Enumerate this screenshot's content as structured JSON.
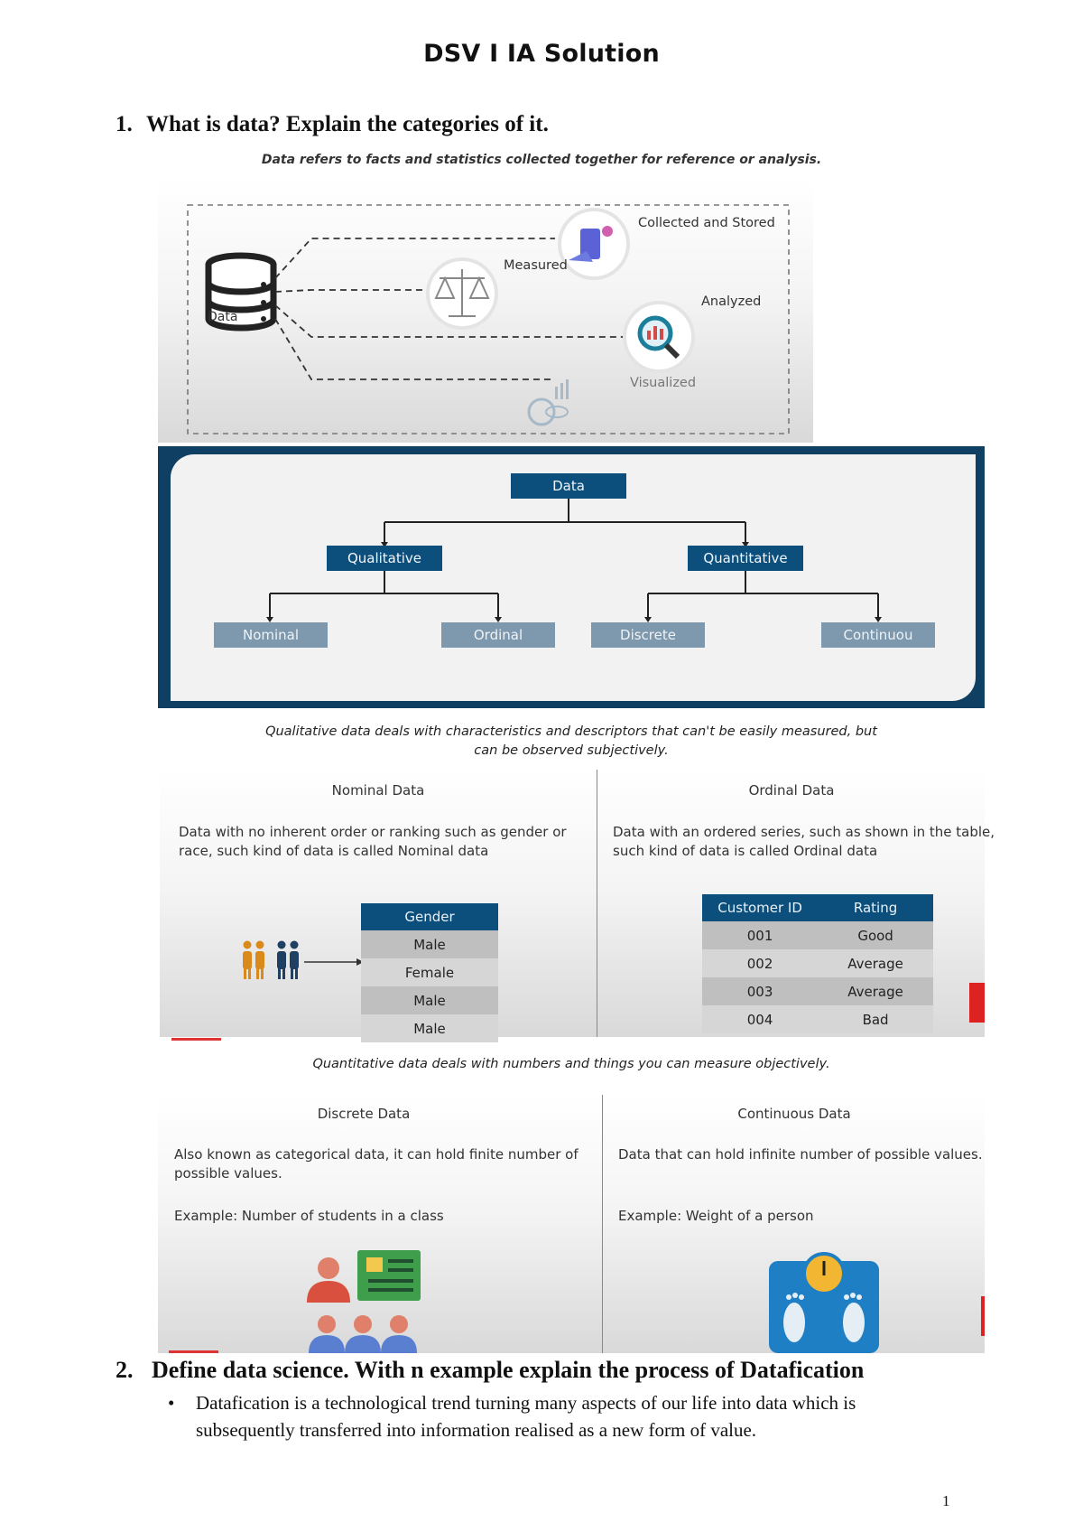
{
  "doc_title": "DSV I IA Solution",
  "q1": {
    "number": "1.",
    "text": "What is data? Explain the categories of it."
  },
  "definition": "Data refers to facts and statistics collected together for reference or analysis.",
  "data_diagram": {
    "center": "Data",
    "items": [
      "Collected and Stored",
      "Measured",
      "Analyzed",
      "Visualized"
    ]
  },
  "tree": {
    "root": "Data",
    "level1": [
      "Qualitative",
      "Quantitative"
    ],
    "level2": [
      "Nominal",
      "Ordinal",
      "Discrete",
      "Continuou"
    ]
  },
  "qualitative_caption": [
    "Qualitative data deals with characteristics and descriptors that can't be easily measured, but",
    "can be observed subjectively."
  ],
  "nominal": {
    "heading": "Nominal Data",
    "text": [
      "Data with no inherent order or ranking such as gender or",
      "race, such kind of data is called Nominal data"
    ],
    "table_header": "Gender",
    "rows": [
      "Male",
      "Female",
      "Male",
      "Male"
    ]
  },
  "ordinal": {
    "heading": "Ordinal Data",
    "text": [
      "Data with an ordered series, such as shown in the table,",
      "such kind of data is called Ordinal data"
    ],
    "headers": [
      "Customer ID",
      "Rating"
    ],
    "rows": [
      [
        "001",
        "Good"
      ],
      [
        "002",
        "Average"
      ],
      [
        "003",
        "Average"
      ],
      [
        "004",
        "Bad"
      ]
    ]
  },
  "quantitative_caption": "Quantitative data deals with numbers and things you can measure objectively.",
  "discrete": {
    "heading": "Discrete Data",
    "text": [
      "Also known as categorical data, it can hold finite number of",
      "possible values."
    ],
    "example": "Example: Number of students in a class"
  },
  "continuous": {
    "heading": "Continuous Data",
    "text": [
      "Data that can hold infinite number of possible values."
    ],
    "example": "Example: Weight of a person"
  },
  "q2": {
    "number": "2.",
    "text": "Define data science. With n example explain the process of Datafication"
  },
  "bullet": [
    "Datafication is a technological trend turning many aspects of our life into data which is",
    "subsequently transferred into information realised as a new form of value."
  ],
  "page_number": "1",
  "colors": {
    "primary_blue": "#0d4f7c",
    "grey_box": "#7e98ad",
    "dark_frame": "#0f3f63"
  }
}
